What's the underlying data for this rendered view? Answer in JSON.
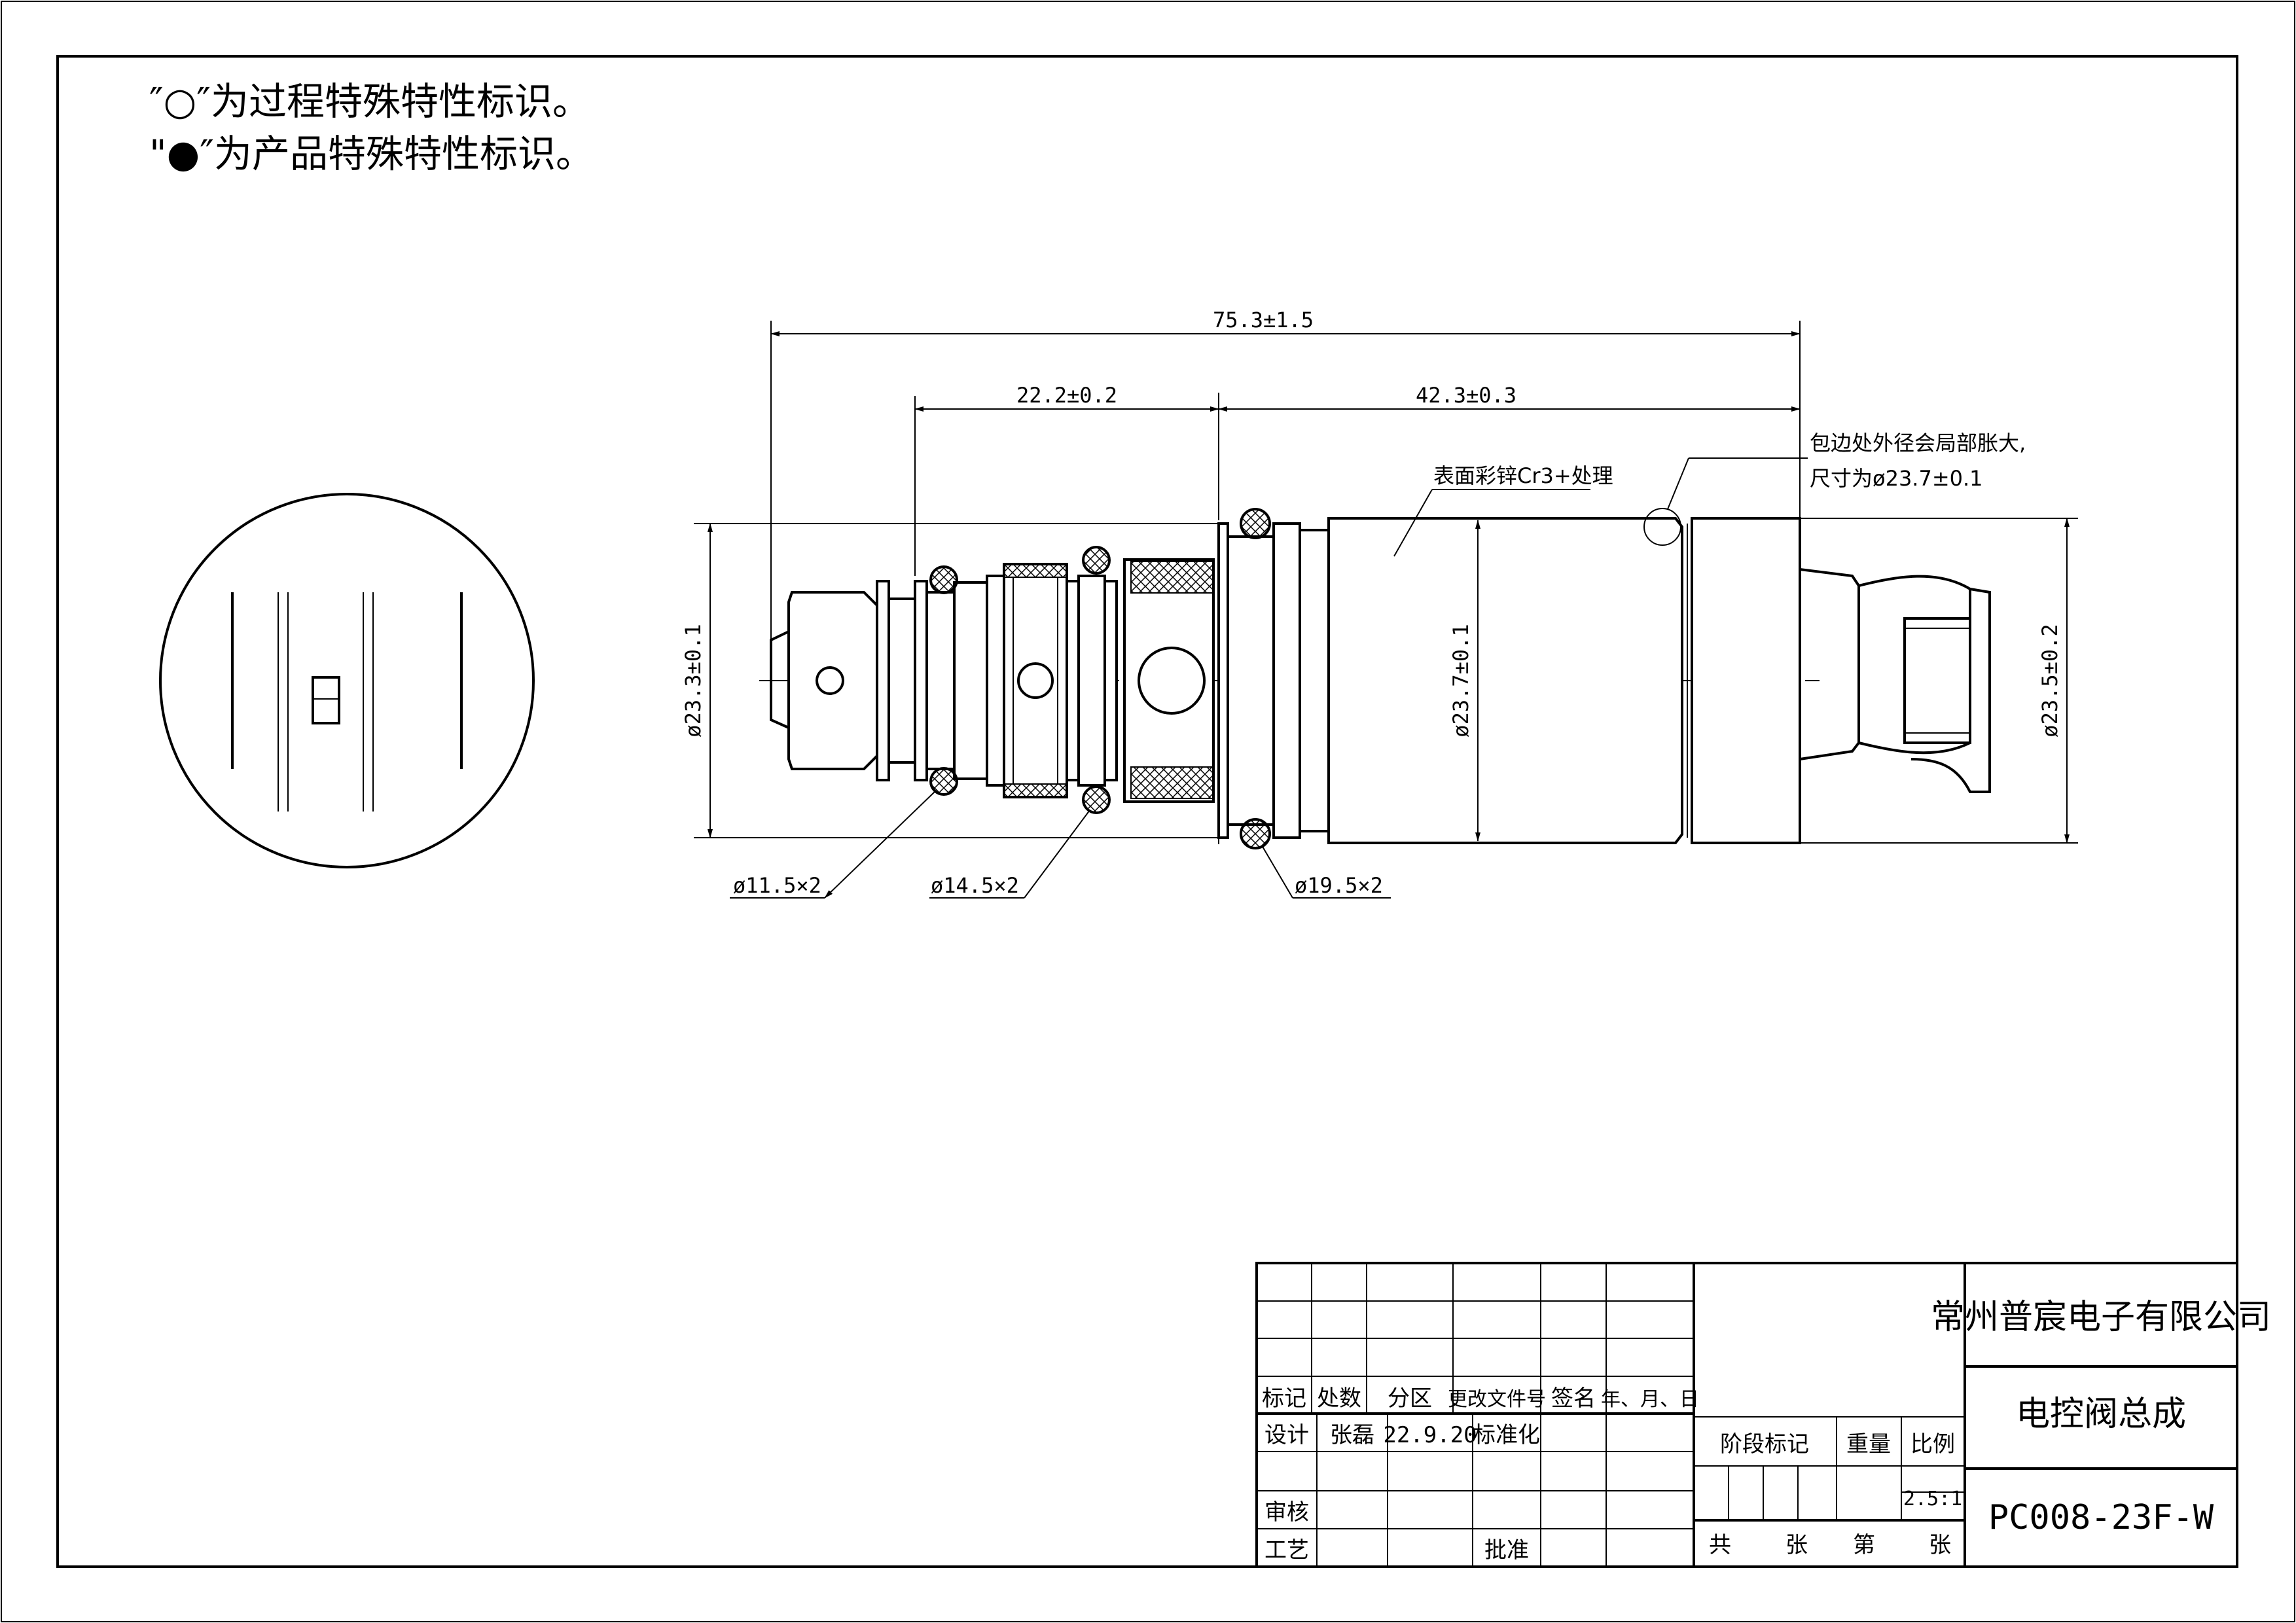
{
  "notes": {
    "process_symbol": "″○″为过程特殊特性标识。",
    "product_symbol": "\"●″为产品特殊特性标识。"
  },
  "dimensions": {
    "overall_length": "75.3±1.5",
    "left_length": "22.2±0.2",
    "right_length": "42.3±0.3",
    "dia_left": "ø23.3±0.1",
    "dia_middle": "ø23.7±0.1",
    "dia_right": "ø23.5±0.2",
    "oring_1": "ø11.5×2",
    "oring_2": "ø14.5×2",
    "oring_3": "ø19.5×2"
  },
  "annotations": {
    "surface_treatment": "表面彩锌Cr3+处理",
    "edge_note_line1": "包边处外径会局部胀大,",
    "edge_note_line2": "尺寸为ø23.7±0.1"
  },
  "title_block": {
    "headers": {
      "mark": "标记",
      "count": "处数",
      "zone": "分区",
      "change_doc": "更改文件号",
      "signature": "签名",
      "date": "年、月、日"
    },
    "design_label": "设计",
    "designer": "张磊",
    "design_date": "22.9.20",
    "standardization": "标准化",
    "review": "审核",
    "process": "工艺",
    "approve": "批准",
    "stage_mark": "阶段标记",
    "weight": "重量",
    "scale_label": "比例",
    "scale_value": "2.5:1",
    "total_label": "共",
    "sheets_label": "张",
    "sheet_no_label": "第",
    "sheet_label": "张",
    "company": "常州普宸电子有限公司",
    "part_name": "电控阀总成",
    "drawing_no": "PC008-23F-W"
  }
}
